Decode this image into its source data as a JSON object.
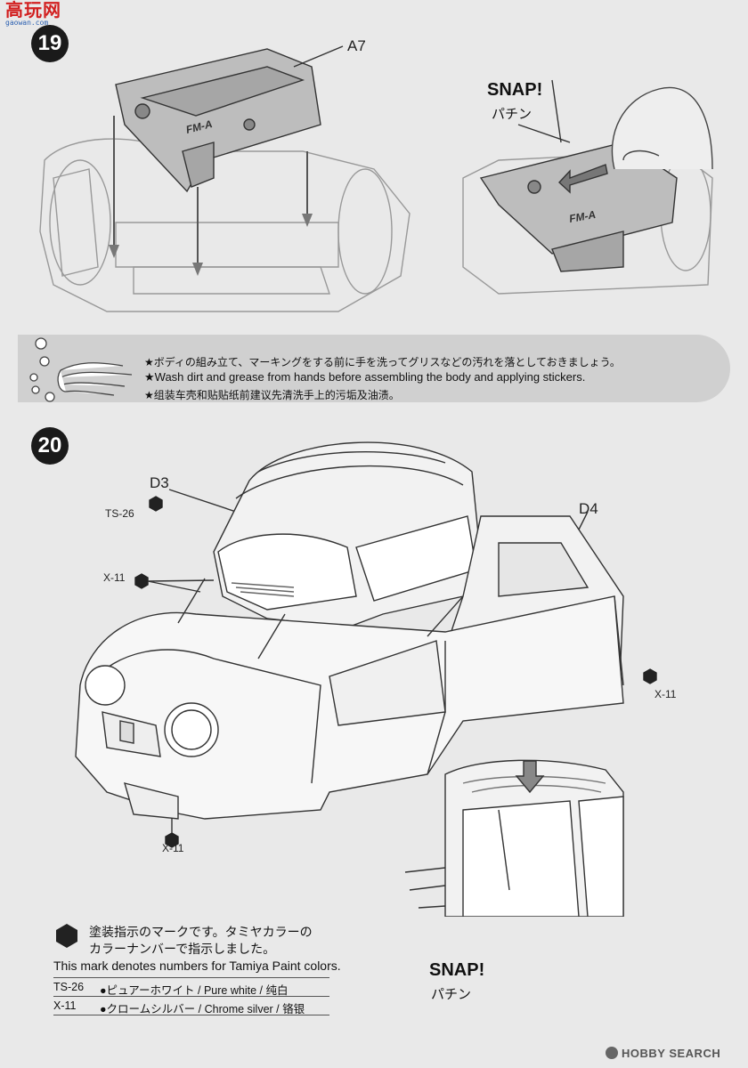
{
  "watermark": {
    "brand": "高玩网",
    "url": "gaowan.com"
  },
  "step19": {
    "number": "19",
    "part_a7": "A7",
    "snap_en": "SNAP!",
    "snap_jp": "パチン"
  },
  "note": {
    "line_jp": "★ボディの組み立て、マーキングをする前に手を洗ってグリスなどの汚れを落としておきましょう。",
    "line_en": "★Wash dirt and grease from hands before assembling the body and applying stickers.",
    "line_cn": "★组装车壳和贴贴纸前建议先清洗手上的污垢及油渍。"
  },
  "step20": {
    "number": "20",
    "part_d3": "D3",
    "part_d4": "D4",
    "paint_ts26": "TS-26",
    "paint_x11": "X-11",
    "snap_en": "SNAP!",
    "snap_jp": "パチン"
  },
  "legend": {
    "jp_line1": "塗装指示のマークです。タミヤカラーの",
    "jp_line2": "カラーナンバーで指示しました。",
    "en": "This mark denotes numbers for Tamiya Paint colors.",
    "rows": [
      {
        "code": "TS-26",
        "desc": "●ピュアーホワイト / Pure white / 纯白"
      },
      {
        "code": "X-11",
        "desc": "●クロームシルバー / Chrome silver / 铬银"
      }
    ]
  },
  "footer": {
    "brand": "HOBBY SEARCH"
  },
  "colors": {
    "background": "#e9e9e9",
    "line": "#333333",
    "banner": "#d0d0d0",
    "accent_red": "#d21f1f"
  }
}
